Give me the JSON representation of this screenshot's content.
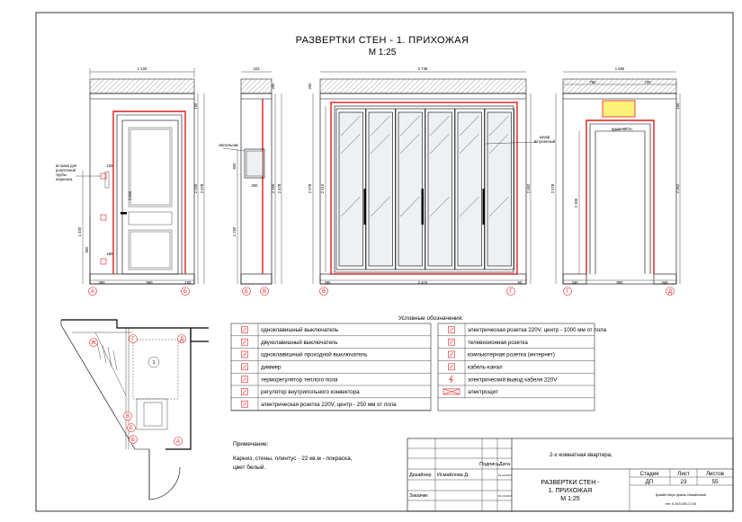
{
  "title": "РАЗВЕРТКИ  СТЕН  -  1. ПРИХОЖАЯ",
  "scale": "М 1:25",
  "elevation1": {
    "width_dim": "1 420",
    "dims_right": [
      "150",
      "2 250",
      "2 578"
    ],
    "dims_left": [
      "1 400",
      "900",
      "150",
      "180",
      "2 000"
    ],
    "callout": [
      "вставка для",
      "розеточной",
      "трубы",
      "переноса"
    ],
    "bottom_dims": [
      "350",
      "960",
      "100"
    ],
    "axes": [
      "А",
      "Б"
    ]
  },
  "elevation2": {
    "width_dim": "423",
    "callout": "светильник",
    "dims": [
      "900",
      "1 250",
      "200",
      "2 250",
      "2 578",
      "260"
    ],
    "axes": [
      "Б",
      "В"
    ]
  },
  "elevation3": {
    "width_dim": "2 738",
    "callout": [
      "шкаф",
      "встроенный"
    ],
    "dims": [
      "2 578",
      "2 410",
      "2 352",
      "260"
    ],
    "bottom_dims": [
      "265",
      "2 410",
      "60"
    ],
    "axes": [
      "В",
      "Г"
    ]
  },
  "elevation4": {
    "width_dim": "1 550",
    "top_dims": [
      "750",
      "720"
    ],
    "callout": "ниша лестн.",
    "dims": [
      "2 578",
      "2 300",
      "2 352",
      "160"
    ],
    "bottom_dims": [
      "340",
      "900",
      "340"
    ],
    "axes": [
      "Г",
      "Д"
    ]
  },
  "plan": {
    "labels": [
      "А",
      "Б",
      "В",
      "Г",
      "Д",
      "Е",
      "Ж"
    ],
    "marker": "1"
  },
  "legend": {
    "title": "Условные обозначения:",
    "left": [
      "одноклавишный выключатель",
      "двухклавишный выключатель",
      "одноклавишный проходной выключатель",
      "диммер",
      "терморегулятор теплого пола",
      "регулятор внутрипольного конвектора",
      "электрическая розетка 220V, центр - 250 мм от пола"
    ],
    "right": [
      "электрическая розетка 220V, центр - 1000 мм от пола",
      "телевизионная розетка",
      "компьютерная розетка (интернет)",
      "кабель-канал",
      "электрический вывод кабеля 220V",
      "электрощит"
    ]
  },
  "note": {
    "heading": "Примечание:",
    "text_line1": "Карниз, стены, плинтус - 22 кв.м - покраска,",
    "text_line2": "цвет белый."
  },
  "titleblock": {
    "project": "2-х комнатная квартира,",
    "header_sign": "Подпись",
    "header_date": "Дата",
    "designer_label": "Дизайнер",
    "designer_name": "Исмайлова Д.",
    "date1": "01.10.2017",
    "client_label": "Заказчик",
    "date2": "01.10.2017",
    "sheet_title1": "РАЗВЕРТКИ  СТЕН -",
    "sheet_title2": "1. ПРИХОЖАЯ",
    "sheet_title3": "М 1:25",
    "stage_label": "Стадия",
    "sheet_label": "Лист",
    "sheets_label": "Листов",
    "stage": "ДП",
    "sheet": "23",
    "sheets": "55",
    "studio": "Дизайн-бюро Дианы Исмайловой",
    "phone": "тел. 8-919-000-17-00"
  },
  "colors": {
    "accent": "#e21b1b",
    "highlight": "#fff27a"
  }
}
